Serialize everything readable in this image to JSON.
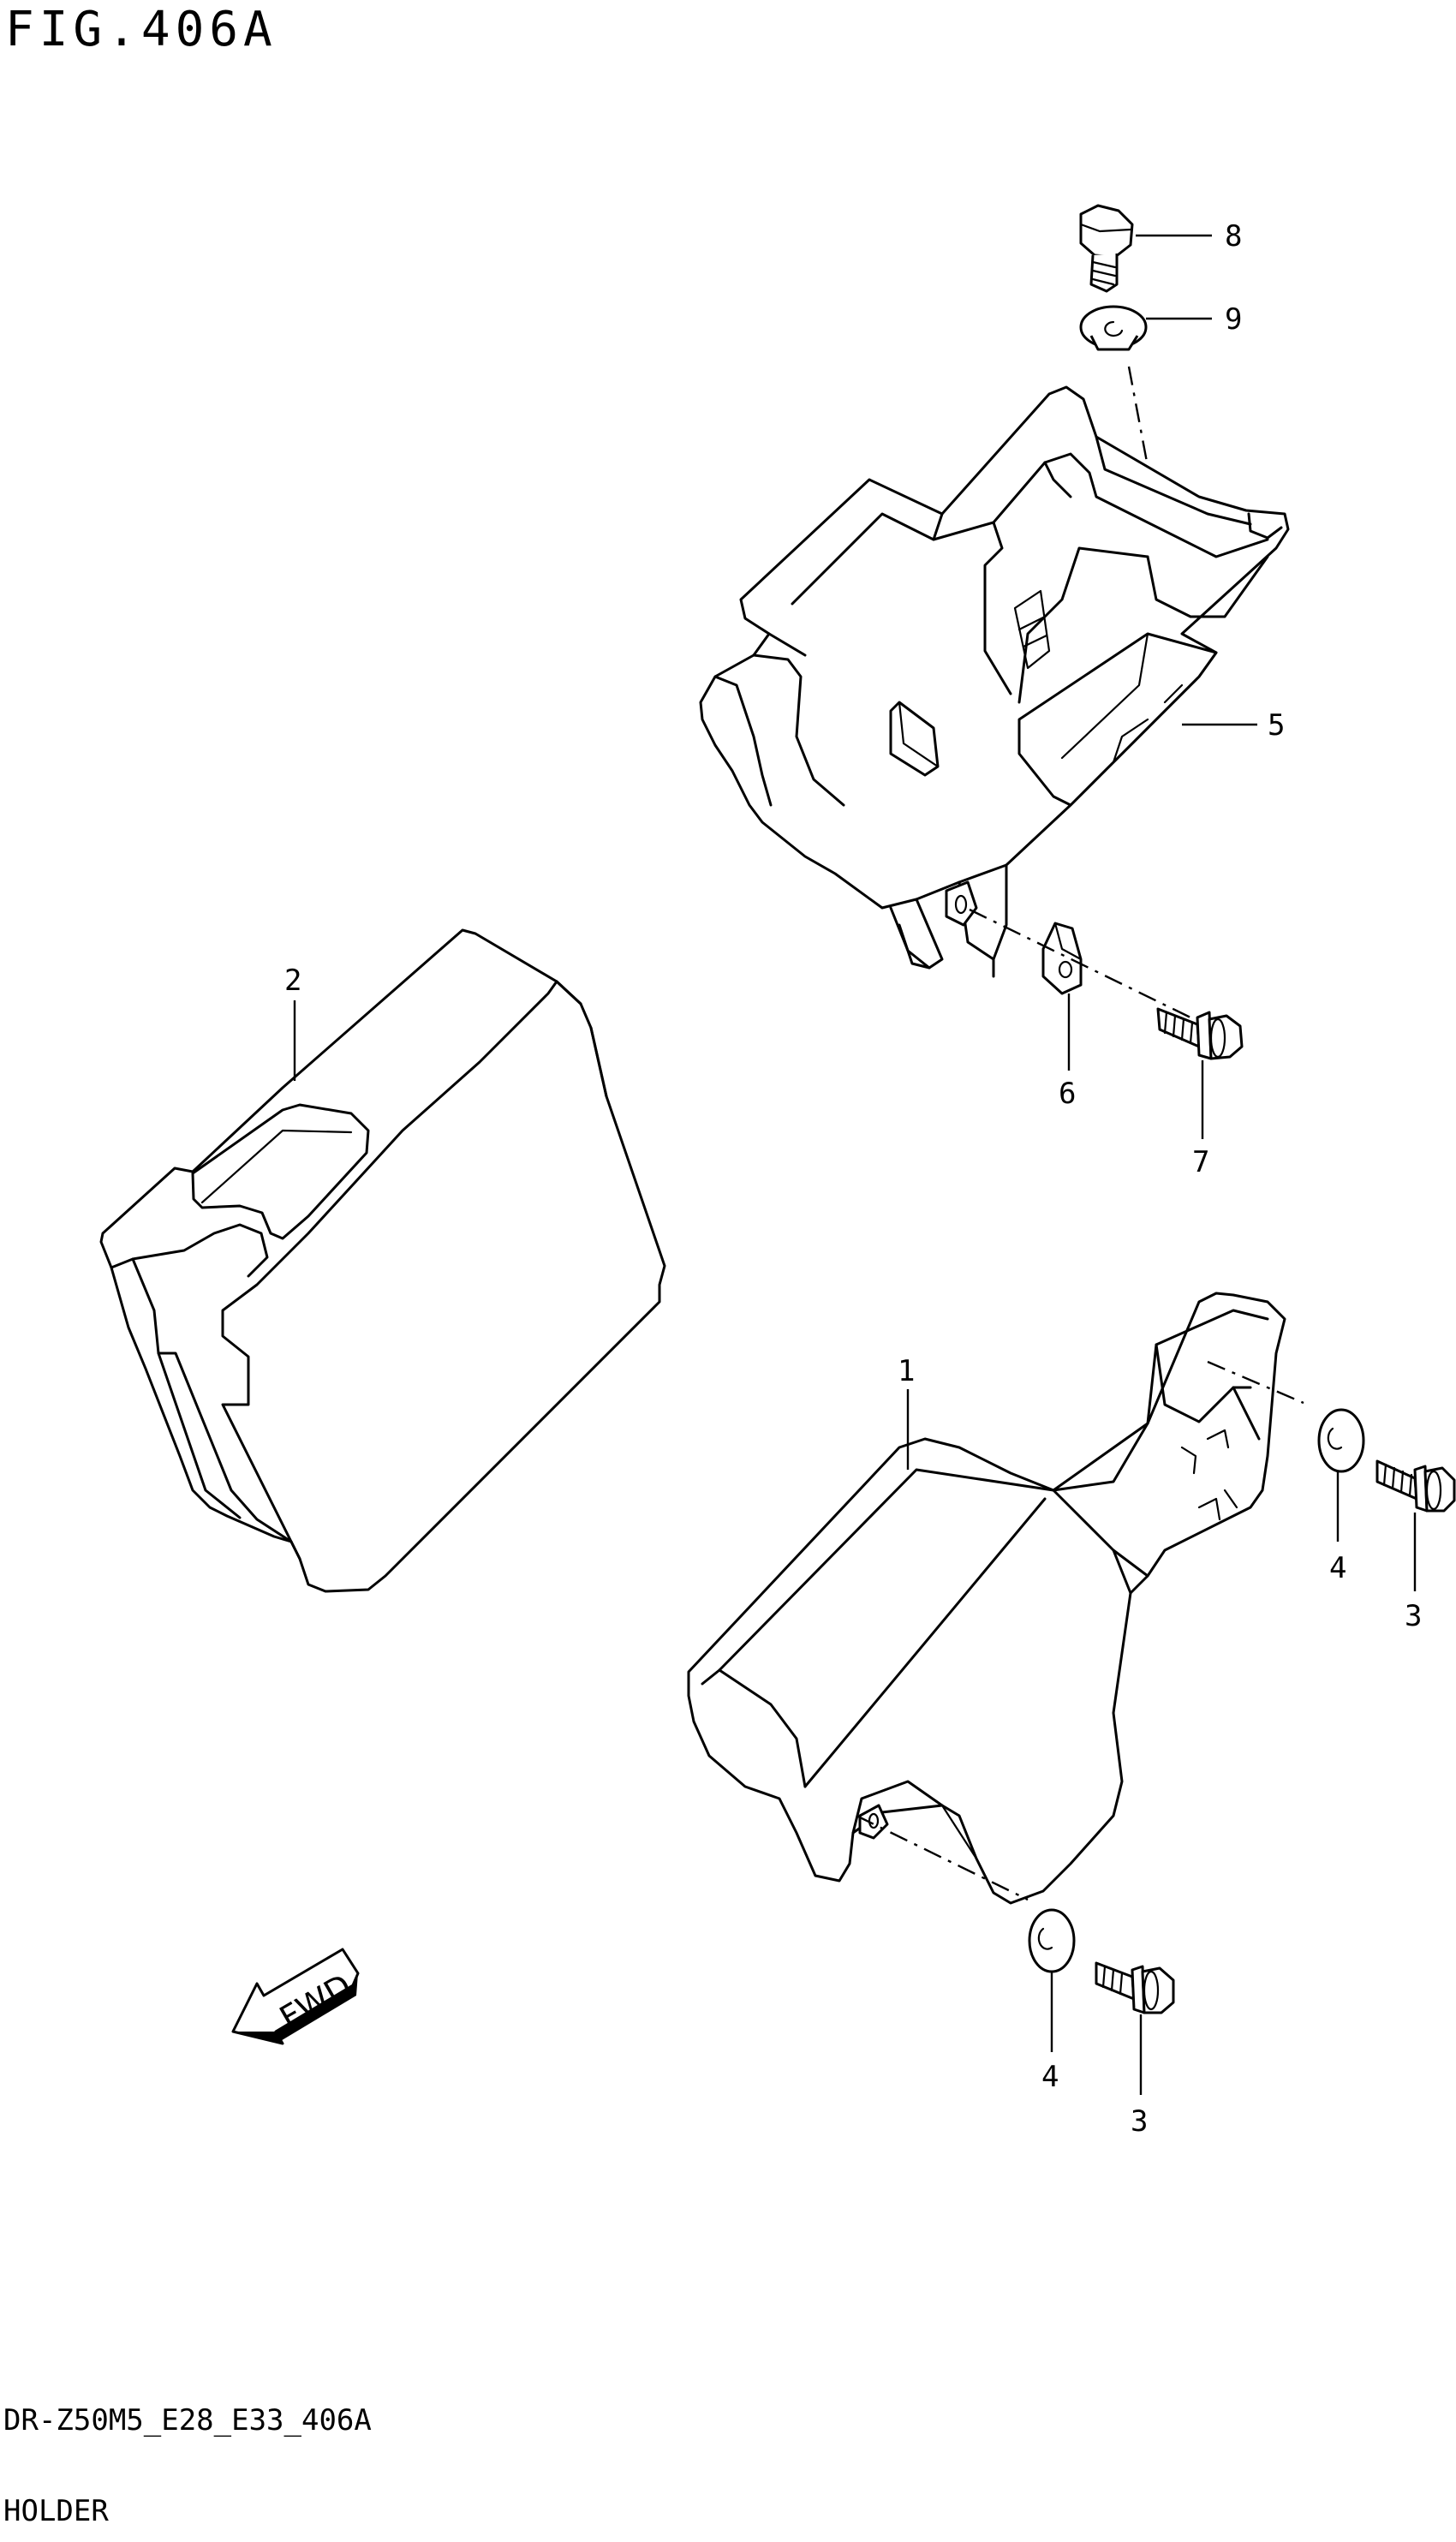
{
  "figure": {
    "title": "FIG.406A",
    "model_code": "DR-Z50M5_E28_E33_406A",
    "group_name": "HOLDER",
    "direction_label": "FWD"
  },
  "callouts": [
    {
      "id": "1",
      "label": "1"
    },
    {
      "id": "2",
      "label": "2"
    },
    {
      "id": "3a",
      "label": "3"
    },
    {
      "id": "3b",
      "label": "3"
    },
    {
      "id": "4a",
      "label": "4"
    },
    {
      "id": "4b",
      "label": "4"
    },
    {
      "id": "5",
      "label": "5"
    },
    {
      "id": "6",
      "label": "6"
    },
    {
      "id": "7",
      "label": "7"
    },
    {
      "id": "8",
      "label": "8"
    },
    {
      "id": "9",
      "label": "9"
    }
  ]
}
